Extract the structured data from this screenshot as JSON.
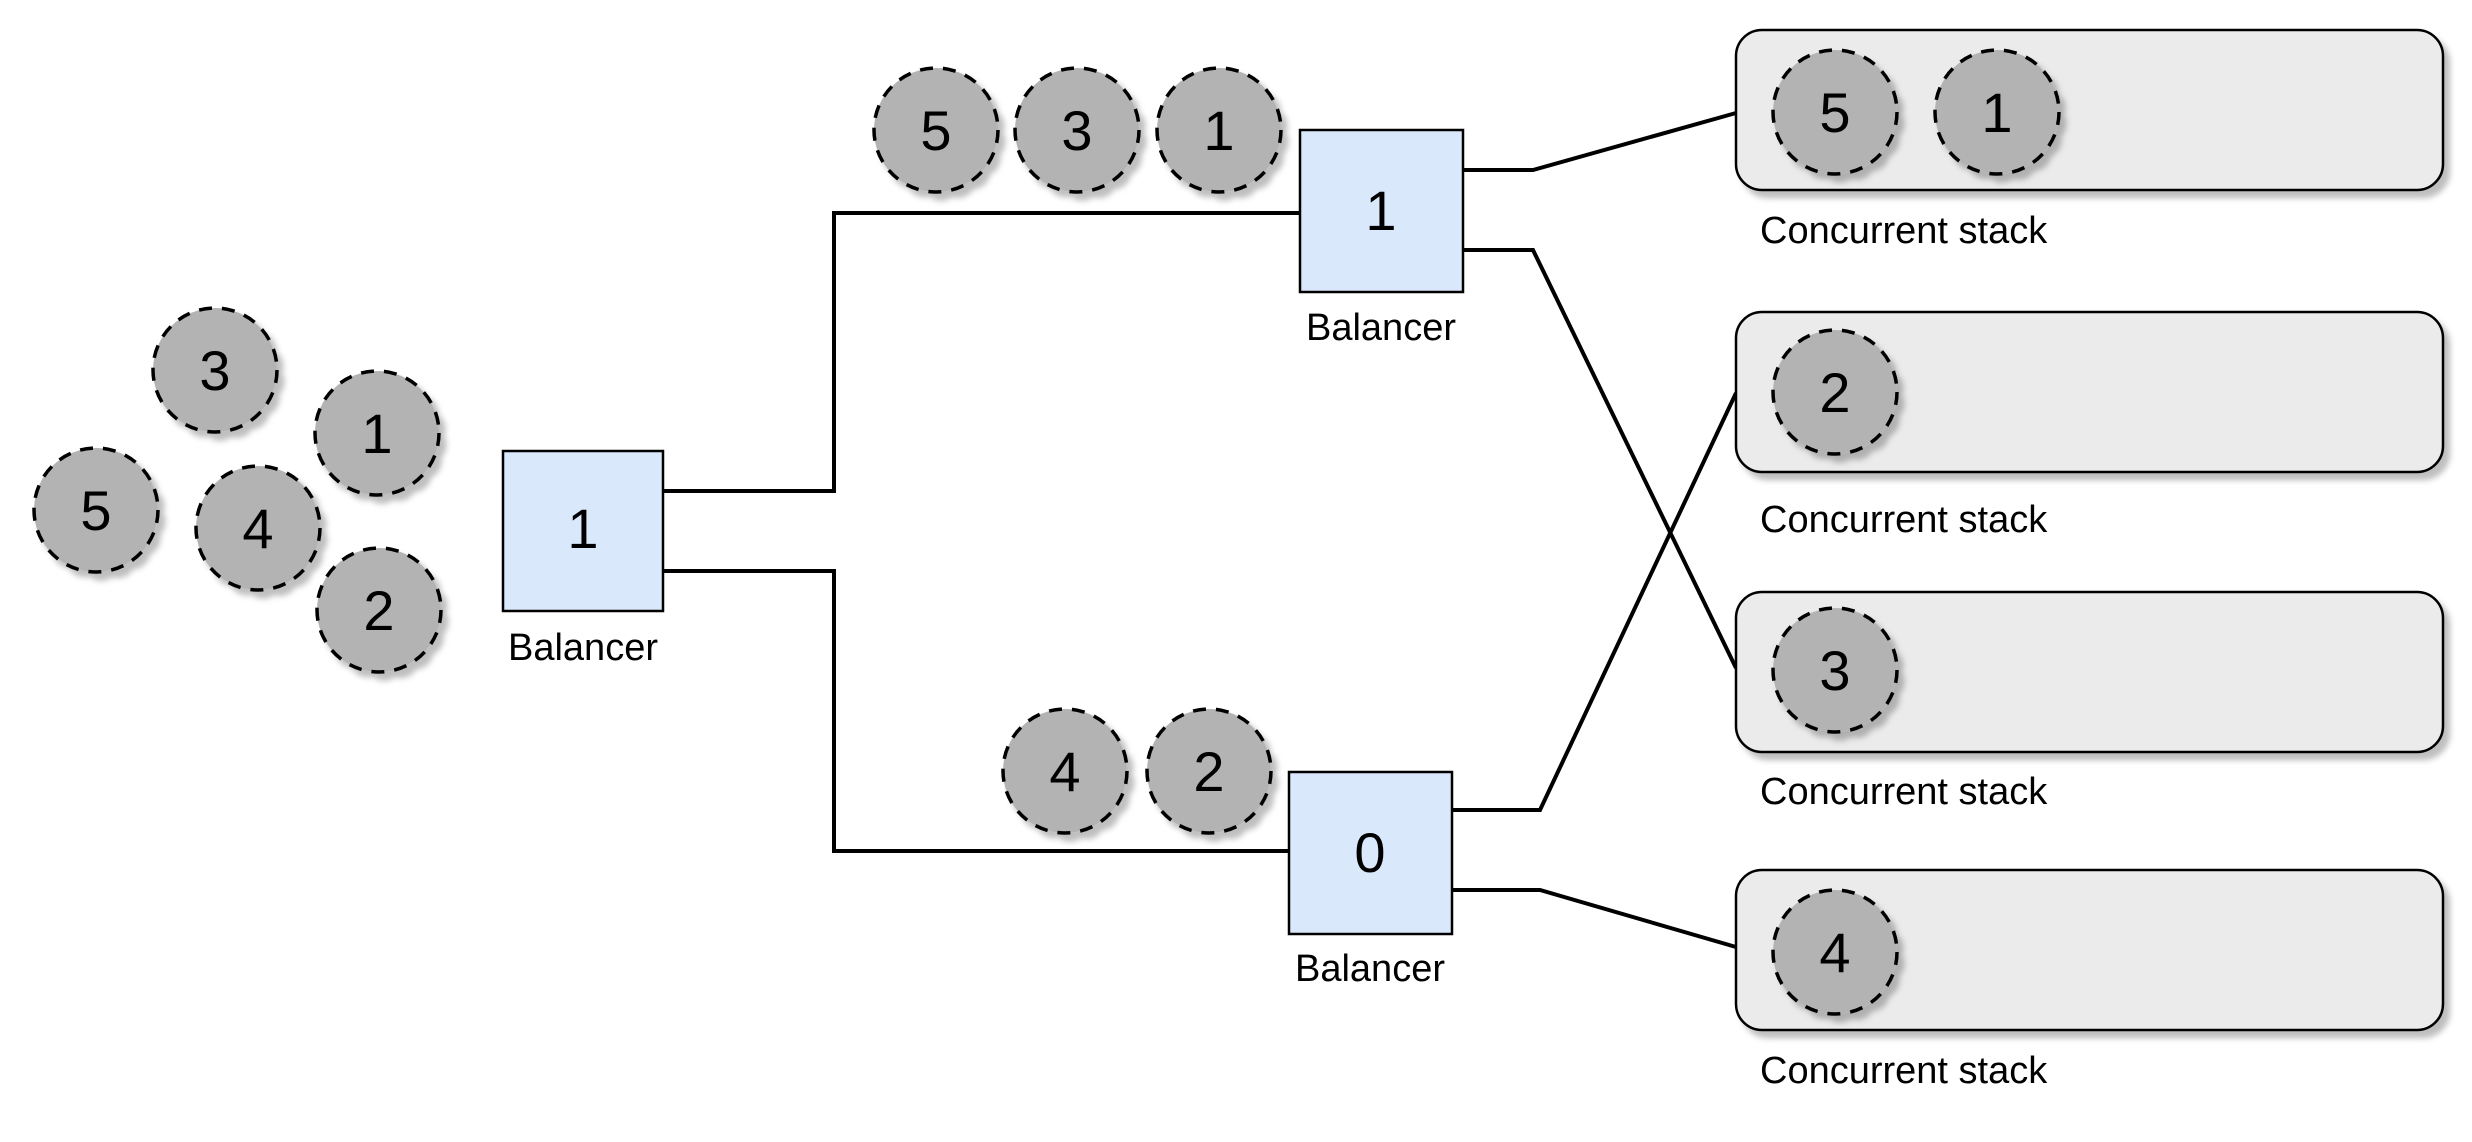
{
  "diagram": {
    "colors": {
      "background": "#ffffff",
      "balancer_fill": "#dae8fc",
      "balancer_stroke": "#000000",
      "token_fill": "#b3b3b3",
      "token_stroke": "#000000",
      "stack_fill": "#ebebeb",
      "stack_stroke": "#000000",
      "connector": "#000000",
      "text": "#000000"
    },
    "source_tokens": [
      "3",
      "1",
      "5",
      "4",
      "2"
    ],
    "root_balancer": {
      "value": "1",
      "label": "Balancer"
    },
    "top_balancer": {
      "value": "1",
      "label": "Balancer"
    },
    "bottom_balancer": {
      "value": "0",
      "label": "Balancer"
    },
    "top_queue_tokens": [
      "5",
      "3",
      "1"
    ],
    "bottom_queue_tokens": [
      "4",
      "2"
    ],
    "stacks": [
      {
        "label": "Concurrent stack",
        "tokens": [
          "5",
          "1"
        ]
      },
      {
        "label": "Concurrent stack",
        "tokens": [
          "2"
        ]
      },
      {
        "label": "Concurrent stack",
        "tokens": [
          "3"
        ]
      },
      {
        "label": "Concurrent stack",
        "tokens": [
          "4"
        ]
      }
    ]
  }
}
